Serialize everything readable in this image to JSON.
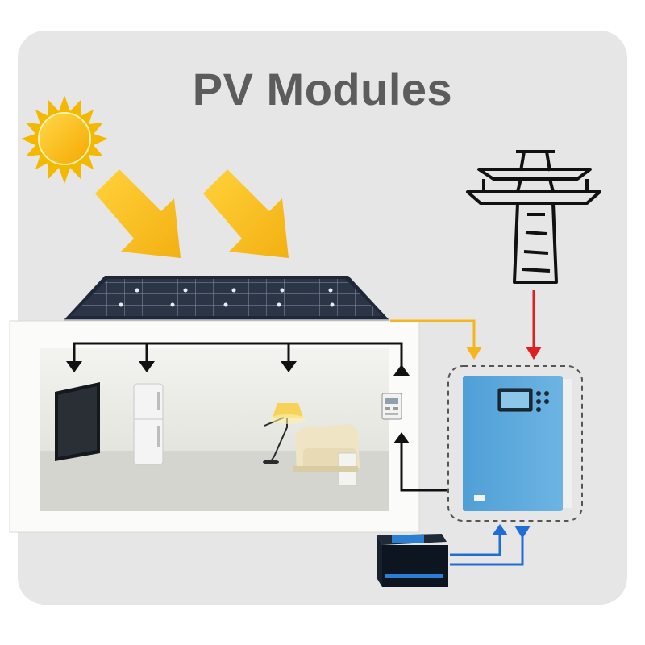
{
  "diagram": {
    "title": "PV Modules",
    "colors": {
      "background": "#e6e6e6",
      "title": "#5c5c5c",
      "sun": "#f5b800",
      "sun_arrow": "#f7c21a",
      "solar_line": "#f5b51c",
      "grid_line": "#e02020",
      "load_line": "#111111",
      "battery_line": "#1e6ed6",
      "inverter_body": "#5aa7d9",
      "panel": "#2f3a4a"
    },
    "components": [
      {
        "id": "sun",
        "icon": "sun-icon"
      },
      {
        "id": "pv-panel",
        "icon": "solar-panel-icon"
      },
      {
        "id": "grid",
        "icon": "transmission-tower-icon"
      },
      {
        "id": "inverter",
        "icon": "hybrid-inverter-icon"
      },
      {
        "id": "battery",
        "icon": "battery-icon"
      },
      {
        "id": "meter",
        "icon": "energy-meter-icon"
      },
      {
        "id": "tv",
        "icon": "tv-icon"
      },
      {
        "id": "fridge",
        "icon": "refrigerator-icon"
      },
      {
        "id": "lamp",
        "icon": "floor-lamp-icon"
      },
      {
        "id": "sofa",
        "icon": "sofa-icon"
      }
    ]
  }
}
